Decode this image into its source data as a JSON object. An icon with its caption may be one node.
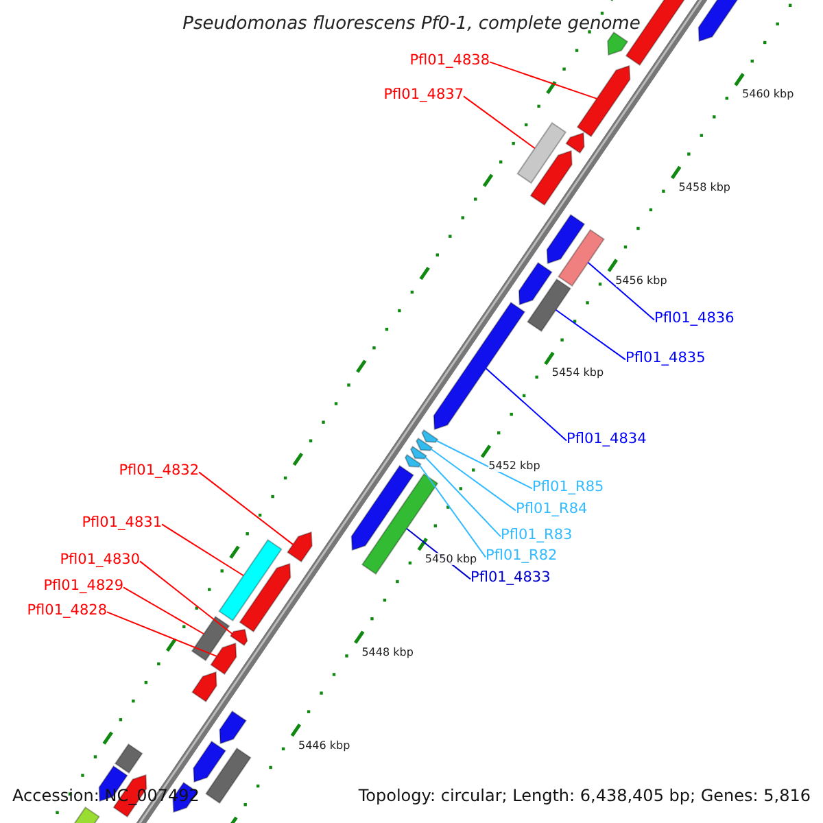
{
  "diagram": {
    "title": "Pseudomonas fluorescens Pf0-1, complete genome",
    "nodes": [
      {
        "text": [
          "Pfl01_4838"
        ]
      },
      {
        "text": [],
        "shape": "arrow"
      },
      {
        "text": [
          "Pfl01_4837"
        ]
      },
      {
        "text": [],
        "shape": "bar"
      },
      {
        "text": [
          "Pfl01_4836"
        ]
      },
      {
        "text": [],
        "shape": "bar"
      },
      {
        "text": [
          "Pfl01_4835"
        ]
      },
      {
        "text": [],
        "shape": "bar"
      },
      {
        "text": [
          "Pfl01_4834"
        ]
      },
      {
        "text": [],
        "shape": "arrow"
      },
      {
        "text": [
          "Pfl01_4832"
        ]
      },
      {
        "text": [],
        "shape": "arrow"
      },
      {
        "text": [
          "Pfl01_R85"
        ]
      },
      {
        "text": [],
        "shape": "arrow"
      },
      {
        "text": [
          "Pfl01_R84"
        ]
      },
      {
        "text": [],
        "shape": "arrow"
      },
      {
        "text": [
          "Pfl01_4831"
        ]
      },
      {
        "text": [],
        "shape": "bar"
      },
      {
        "text": [
          "Pfl01_R83"
        ]
      },
      {
        "text": [],
        "shape": "arrow"
      },
      {
        "text": [
          "Pfl01_R82"
        ]
      },
      {
        "text": [],
        "shape": "arrow"
      },
      {
        "text": [
          "Pfl01_4830"
        ]
      },
      {
        "text": [],
        "shape": "arrow"
      },
      {
        "text": [
          "Pfl01_4833"
        ]
      },
      {
        "text": [],
        "shape": "bar"
      },
      {
        "text": [
          "Pfl01_4829"
        ]
      },
      {
        "text": [],
        "shape": "bar"
      },
      {
        "text": [
          "Pfl01_4828"
        ]
      },
      {
        "text": [],
        "shape": "arrow"
      },
      {
        "text": [],
        "shape": "arrow"
      },
      {
        "text": [],
        "shape": "arrow"
      },
      {
        "text": [],
        "shape": "arrow"
      },
      {
        "text": [],
        "shape": "arrow"
      },
      {
        "text": [],
        "shape": "arrow"
      },
      {
        "text": [],
        "shape": "arrow"
      },
      {
        "text": [],
        "shape": "arrow"
      },
      {
        "text": [],
        "shape": "arrow"
      },
      {
        "text": [],
        "shape": "arrow"
      },
      {
        "text": [],
        "shape": "arrow"
      },
      {
        "text": [],
        "shape": "arrow"
      },
      {
        "text": [],
        "shape": "arrow"
      },
      {
        "text": [],
        "shape": "bar"
      },
      {
        "text": [],
        "shape": "arrow"
      },
      {
        "text": [],
        "shape": "bar"
      },
      {
        "text": [],
        "shape": "arrow"
      },
      {
        "text": [],
        "shape": "arrow"
      },
      {
        "text": [],
        "shape": "bar"
      }
    ],
    "edges": [
      {
        "from": 0,
        "to": 1,
        "arrow": "none"
      },
      {
        "from": 2,
        "to": 3,
        "arrow": "none"
      },
      {
        "from": 4,
        "to": 5,
        "arrow": "none",
        "color": "#0000ff"
      },
      {
        "from": 6,
        "to": 7,
        "arrow": "none",
        "color": "#0000ff"
      },
      {
        "from": 8,
        "to": 9,
        "arrow": "none",
        "color": "#0000ff"
      },
      {
        "from": 10,
        "to": 11,
        "arrow": "none"
      },
      {
        "from": 12,
        "to": 13,
        "arrow": "none",
        "color": "#33bbff"
      },
      {
        "from": 14,
        "to": 15,
        "arrow": "none",
        "color": "#33bbff"
      },
      {
        "from": 16,
        "to": 17,
        "arrow": "none"
      },
      {
        "from": 18,
        "to": 19,
        "arrow": "none",
        "color": "#33bbff"
      },
      {
        "from": 20,
        "to": 21,
        "arrow": "none",
        "color": "#33bbff"
      },
      {
        "from": 22,
        "to": 23,
        "arrow": "none"
      },
      {
        "from": 24,
        "to": 25,
        "arrow": "none",
        "color": "#0000cc"
      },
      {
        "from": 26,
        "to": 27,
        "arrow": "none"
      },
      {
        "from": 28,
        "to": 29,
        "arrow": "none"
      }
    ],
    "labels": [
      "5460 kbp",
      "5458 kbp",
      "5456 kbp",
      "5454 kbp",
      "5452 kbp",
      "5450 kbp",
      "5448 kbp",
      "5446 kbp",
      "Accession: NC_007492",
      "Topology: circular; Length: 6,438,405 bp; Genes: 5,816"
    ]
  }
}
